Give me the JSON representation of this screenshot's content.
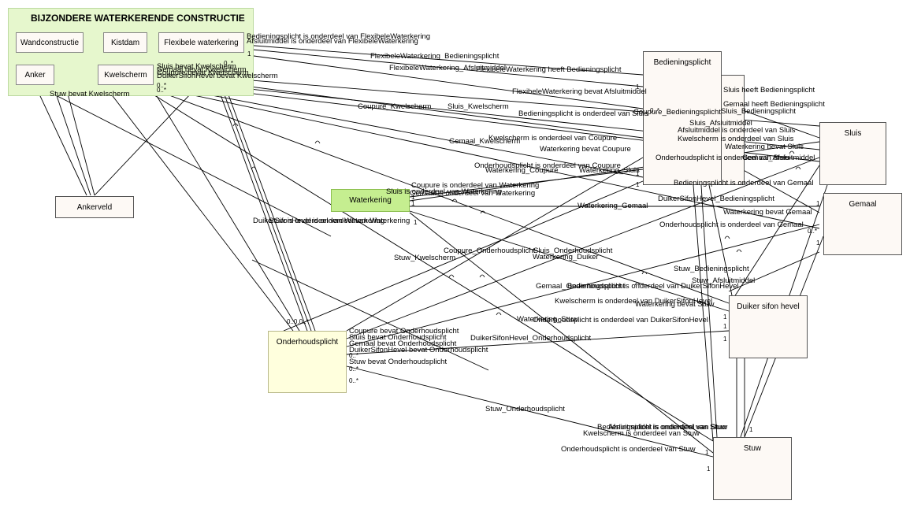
{
  "package": {
    "title": "BIJZONDERE WATERKERENDE CONSTRUCTIE"
  },
  "classes": {
    "wandconstructie": "Wandconstructie",
    "kistdam": "Kistdam",
    "flexibele_waterkering": "Flexibele waterkering",
    "anker": "Anker",
    "kwelscherm": "Kwelscherm",
    "ankerveld": "Ankerveld",
    "waterkering": "Waterkering",
    "onderhoudsplicht": "Onderhoudsplicht",
    "bedieningsplicht": "Bedieningsplicht",
    "sluis": "Sluis",
    "gemaal": "Gemaal",
    "duiker_sifon_hevel": "Duiker sifon hevel",
    "stuw": "Stuw"
  },
  "association_labels": [
    "Bedieningsplicht is onderdeel van FlexibeleWaterkering",
    "Afsluitmiddel is onderdeel van FlexibeleWaterkering",
    "FlexibeleWaterkering_Bedieningsplicht",
    "FlexibeleWaterkering_Afsluitmiddel",
    "FlexibeleWaterkering heeft Bedieningsplicht",
    "FlexibeleWaterkering bevat Afsluitmiddel",
    "Sluis bevat Kwelscherm",
    "Gemaal bevat Kwelscherm",
    "Coupure bevat Kwelscherm",
    "DuikerSifonHevel bevat Kwelscherm",
    "Stuw bevat Kwelscherm",
    "Sluis heeft Bedieningsplicht",
    "Gemaal heeft Bedieningsplicht",
    "Coupure_Kwelscherm",
    "Sluis_Kwelscherm",
    "Gemaal_Kwelscherm",
    "Coupure_Bedieningsplicht",
    "Sluis_Bedieningsplicht",
    "Afsluitmiddel is onderdeel van Sluis",
    "Bedieningsplicht is onderdeel van Sluis",
    "Sluis_Afsluitmiddel",
    "Gemaal_Afsluitmiddel",
    "Kwelscherm is onderdeel van Sluis",
    "Kwelscherm is onderdeel van Coupure",
    "Waterkering bevat Coupure",
    "Waterkering bevat Sluis",
    "Onderhoudsplicht is onderdeel van Coupure",
    "Onderhoudsplicht is onderdeel van Sluis",
    "Waterkering_Coupure",
    "Waterkering_Sluis",
    "Coupure is onderdeel van Waterkering",
    "Sluis is onderdeel van Waterkering",
    "Gemaal is onderdeel van Waterkering",
    "DuikerSifonHevel is onderdeel van Waterkering",
    "Stuw is onderdeel van Waterkering",
    "Bedieningsplicht is onderdeel van Gemaal",
    "DuikerSifonHevel_Bedieningsplicht",
    "Waterkering bevat Gemaal",
    "Waterkering_Gemaal",
    "Onderhoudsplicht is onderdeel van Gemaal",
    "Coupure_Onderhoudsplicht",
    "Sluis_Onderhoudsplicht",
    "Waterkering_Duiker",
    "Stuw_Kwelscherm",
    "Stuw_Bedieningsplicht",
    "Stuw_Afsluitmiddel",
    "Gemaal_Onderhoudsplicht",
    "Bedieningsplicht is onderdeel van DuikerSifonHevel",
    "Kwelscherm is onderdeel van DuikerSifonHevel",
    "Waterkering bevat Stuw",
    "Waterkering_Stuw",
    "Onderhoudsplicht is onderdeel van DuikerSifonHevel",
    "Coupure bevat Onderhoudsplicht",
    "Sluis bevat Onderhoudsplicht",
    "Gemaal bevat Onderhoudsplicht",
    "DuikerSifonHevel bevat Onderhoudsplicht",
    "Stuw bevat Onderhoudsplicht",
    "DuikerSifonHevel_Onderhoudsplicht",
    "Stuw_Onderhoudsplicht",
    "Bedieningsplicht is onderdeel van Stuw",
    "Afsluitmiddel is onderdeel van Stuw",
    "Kwelscherm is onderdeel van Stuw",
    "Onderhoudsplicht is onderdeel van Stuw"
  ],
  "multiplicities": {
    "one": "1",
    "zero_many": "0..*",
    "zero_one": "0..1",
    "onderhoud_top": "0..0.0..*"
  },
  "colors": {
    "package_fill": "#e6f7cd",
    "waterkering_fill": "#c5ee90",
    "onderhoudsplicht_fill": "#ffffdd",
    "class_fill": "#fdf9f5",
    "line": "#000000"
  }
}
